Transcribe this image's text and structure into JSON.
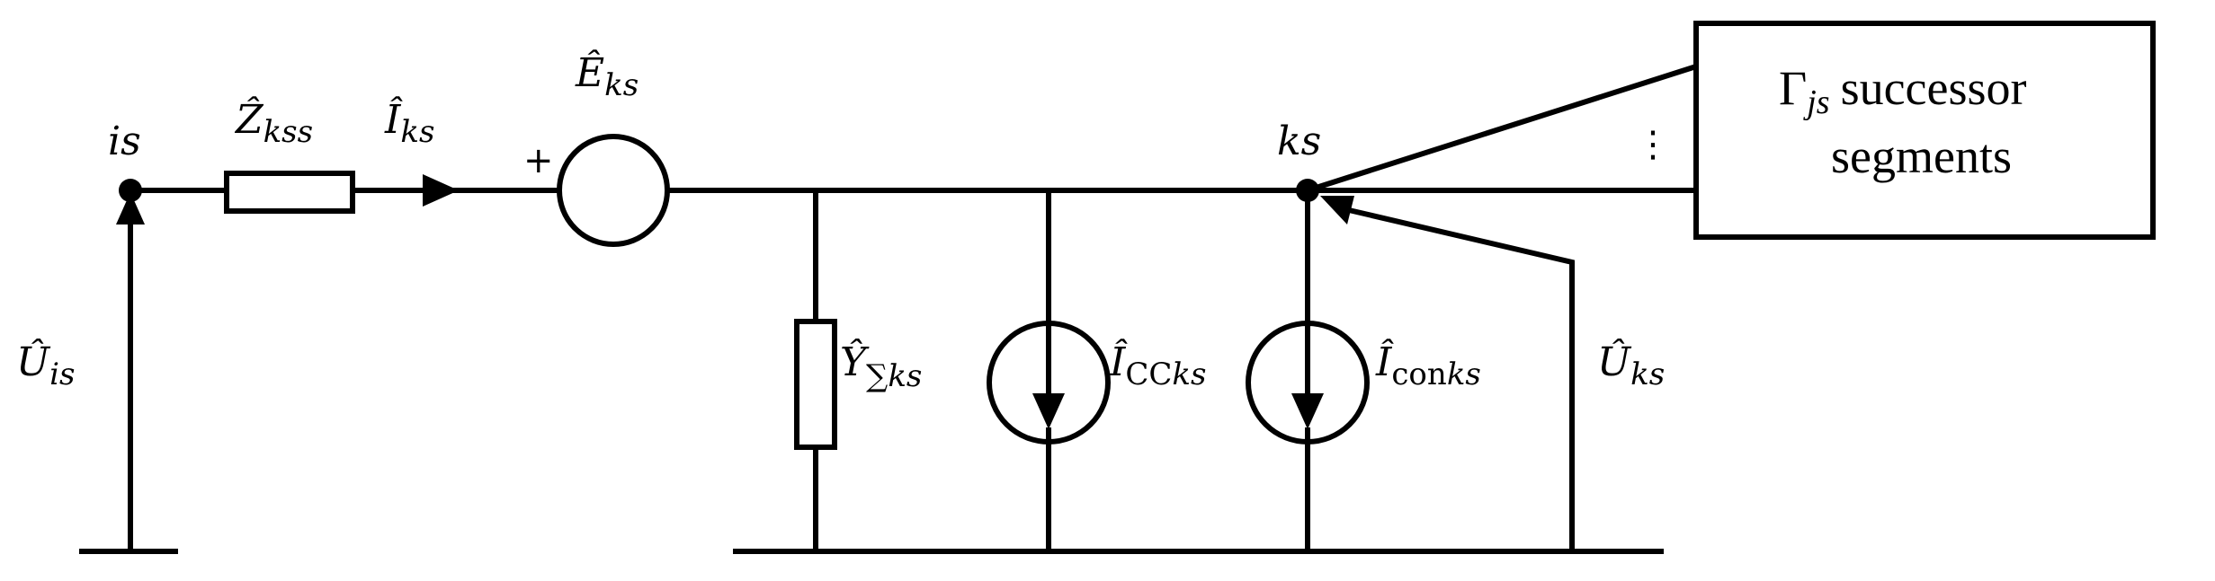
{
  "labels": {
    "node_is": "is",
    "node_ks": "ks",
    "impedance": {
      "main": "Ẑ",
      "sub": "kss"
    },
    "current": {
      "main": "Î",
      "sub": "ks"
    },
    "emf": {
      "main": "Ê",
      "sub": "ks"
    },
    "voltage_is": {
      "main": "Û",
      "sub": "is"
    },
    "voltage_ks": {
      "main": "Û",
      "sub": "ks"
    },
    "admittance": {
      "main": "Ŷ",
      "sub_sigma": "∑",
      "sub": "ks"
    },
    "current_cc": {
      "main": "Î",
      "sub_cc": "CC",
      "sub": "ks"
    },
    "current_con": {
      "main": "Î",
      "sub_con": "con",
      "sub": "ks"
    },
    "plus_sign": "+",
    "ellipsis": "⋮"
  },
  "successor_box": {
    "gamma": "Γ",
    "gamma_sub": "js",
    "line1_rest": "successor",
    "line2": "segments"
  }
}
